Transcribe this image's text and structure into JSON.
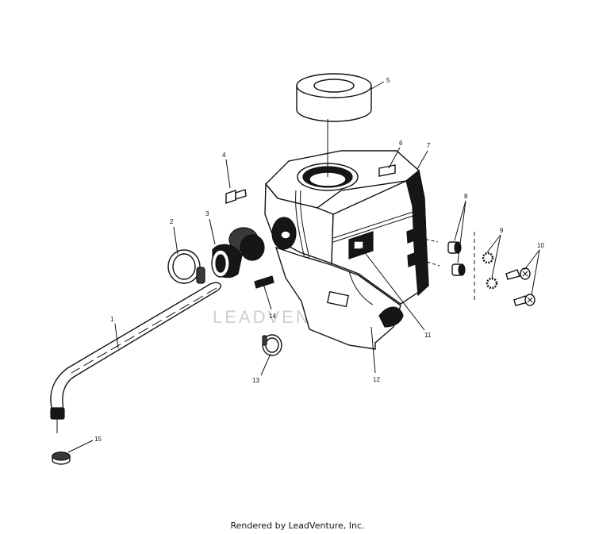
{
  "diagram": {
    "callouts": [
      "1",
      "2",
      "3",
      "4",
      "5",
      "6",
      "7",
      "8",
      "9",
      "10",
      "11",
      "12",
      "13",
      "14",
      "15"
    ],
    "watermark": "LEADVENTURE"
  },
  "footer": {
    "credit": "Rendered by LeadVenture, Inc."
  }
}
